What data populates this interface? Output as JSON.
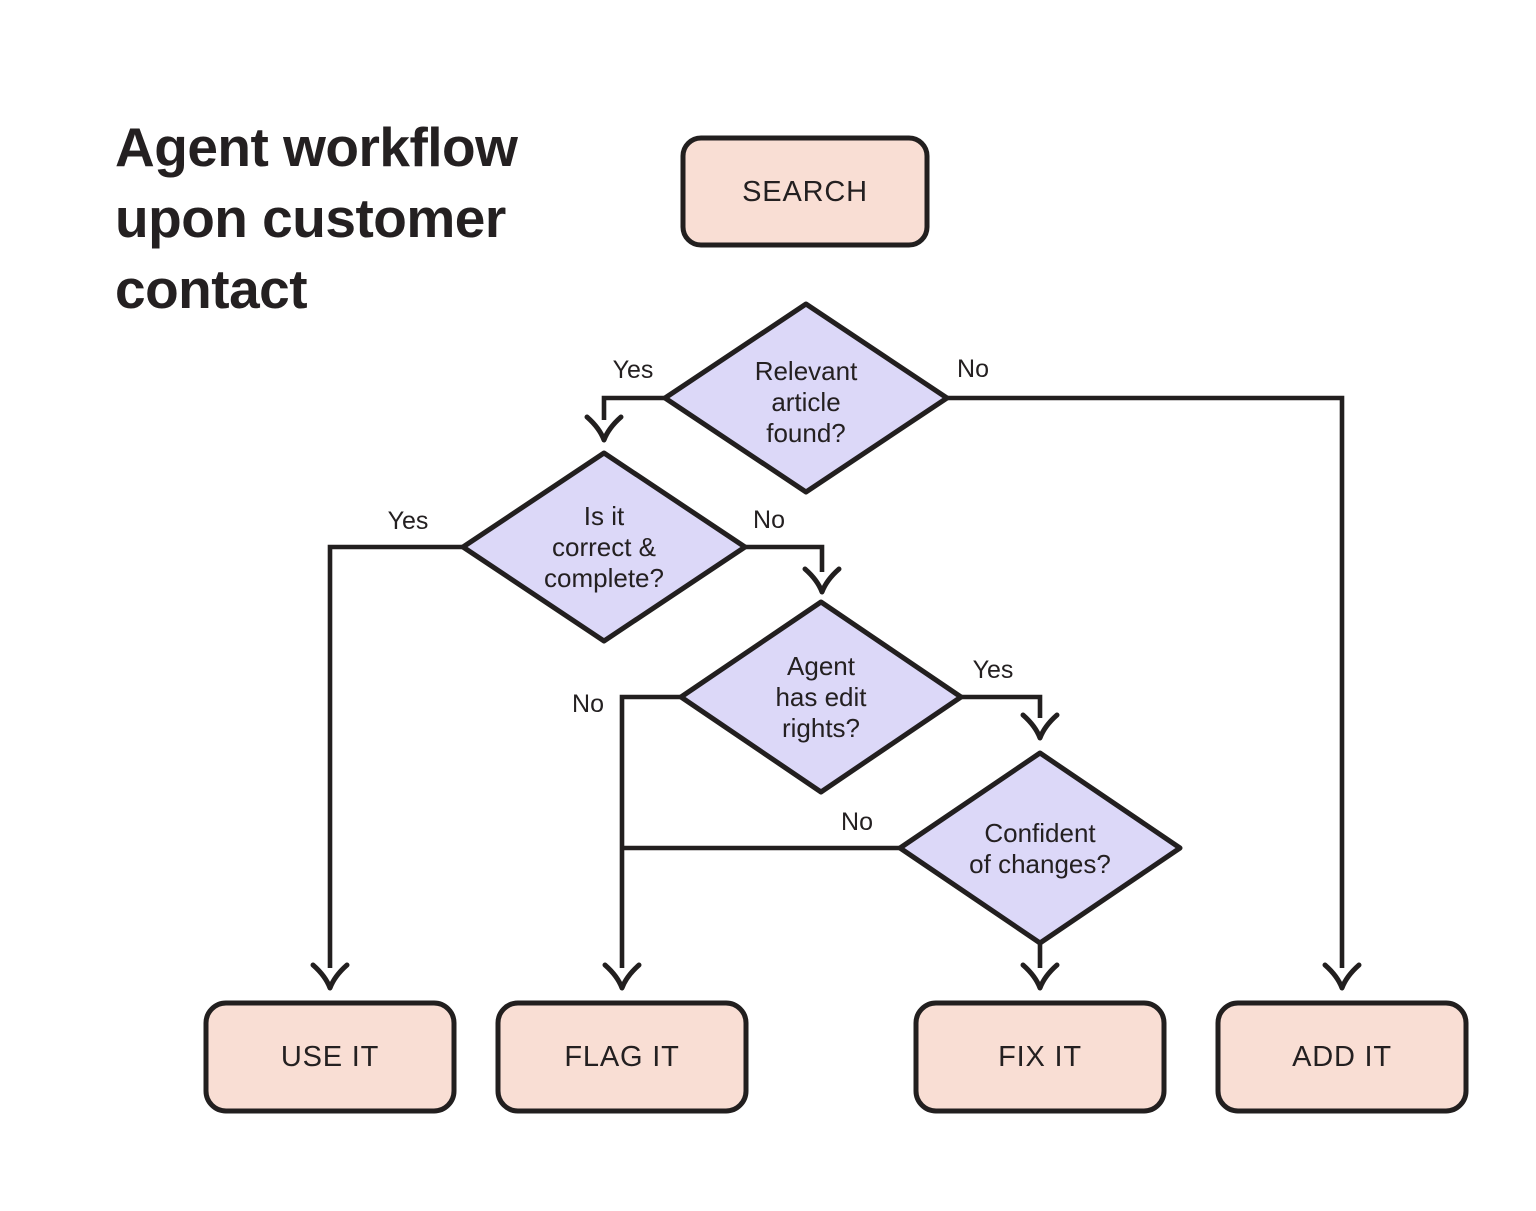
{
  "title": {
    "lines": [
      "Agent workflow",
      "upon customer",
      "contact"
    ]
  },
  "colors": {
    "background": "#ffffff",
    "terminal_fill": "#f9ded4",
    "decision_fill": "#dcd8f8",
    "outline": "#221f1f",
    "text": "#242021"
  },
  "nodes": {
    "search": {
      "type": "start",
      "label": "SEARCH"
    },
    "relevant_article": {
      "type": "decision",
      "lines": [
        "Relevant",
        "article",
        "found?"
      ]
    },
    "correct_complete": {
      "type": "decision",
      "lines": [
        "Is it",
        "correct &",
        "complete?"
      ]
    },
    "edit_rights": {
      "type": "decision",
      "lines": [
        "Agent",
        "has edit",
        "rights?"
      ]
    },
    "confident_changes": {
      "type": "decision",
      "lines": [
        "Confident",
        "of changes?"
      ]
    },
    "use_it": {
      "type": "terminal",
      "label": "USE IT"
    },
    "flag_it": {
      "type": "terminal",
      "label": "FLAG IT"
    },
    "fix_it": {
      "type": "terminal",
      "label": "FIX IT"
    },
    "add_it": {
      "type": "terminal",
      "label": "ADD IT"
    }
  },
  "edge_labels": {
    "relevant_yes": "Yes",
    "relevant_no": "No",
    "correct_yes": "Yes",
    "correct_no": "No",
    "edit_no": "No",
    "edit_yes": "Yes",
    "confident_no": "No"
  }
}
